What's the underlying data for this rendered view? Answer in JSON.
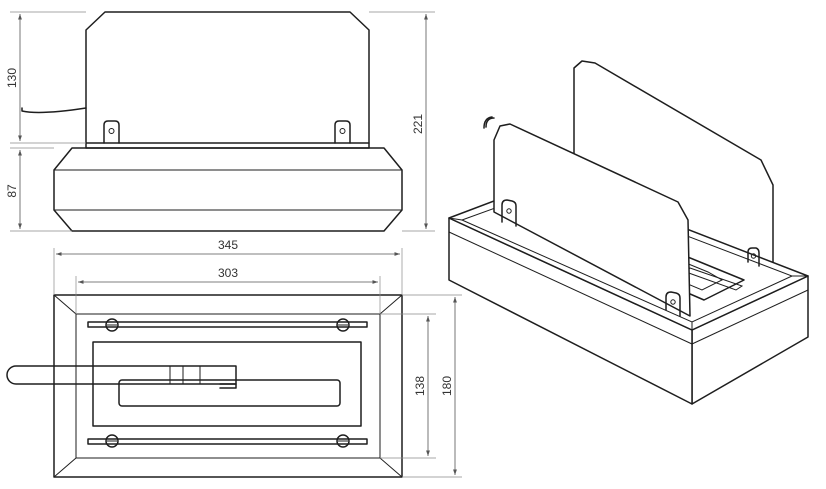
{
  "dimensions": {
    "panel_height": "130",
    "base_height": "87",
    "total_height": "221",
    "overall_length": "345",
    "panel_length": "303",
    "inner_width": "138",
    "overall_width": "180"
  },
  "colors": {
    "line": "#1e1e1e",
    "dimension_line": "#555555",
    "background": "#ffffff"
  }
}
